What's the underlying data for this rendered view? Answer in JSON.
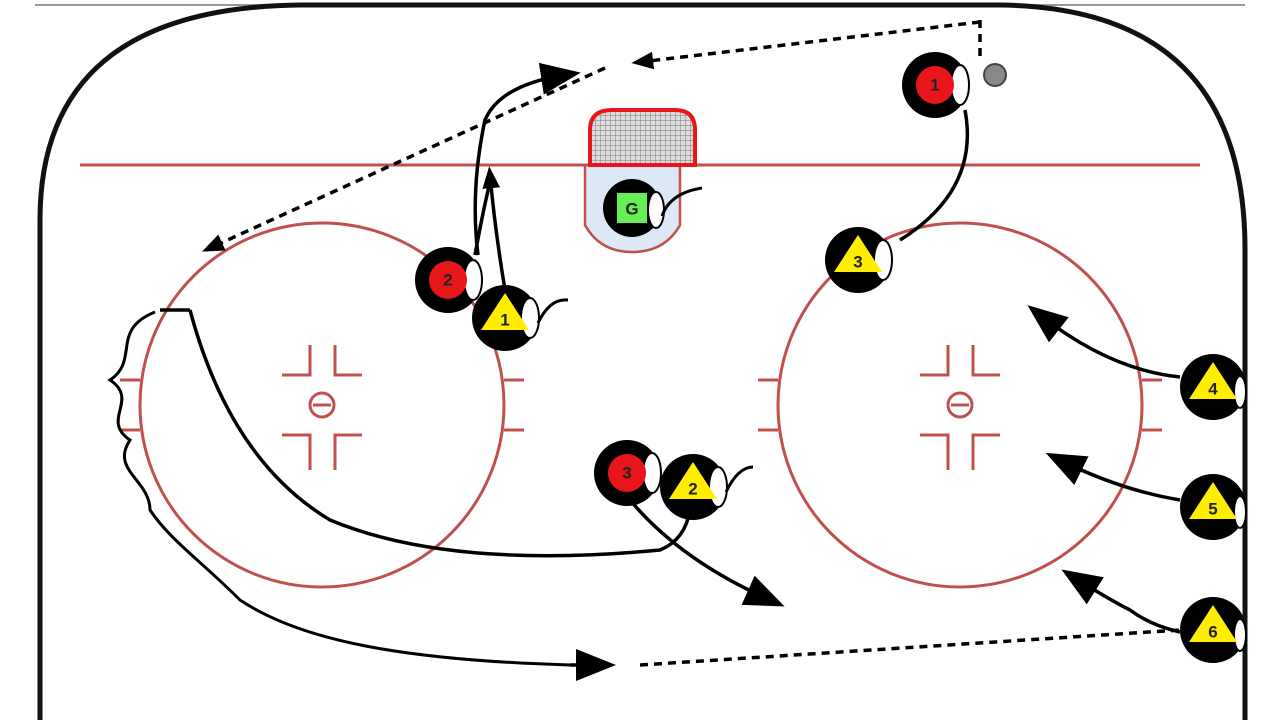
{
  "diagram": {
    "type": "hockey-drill",
    "colors": {
      "red_player": "#e8151b",
      "yellow_player": "#ffee00",
      "goalie": "#66ee55",
      "rink_lines": "#c0504d",
      "crease": "#dce8f5"
    },
    "offense": [
      {
        "label": "1"
      },
      {
        "label": "2"
      },
      {
        "label": "3"
      }
    ],
    "defense": [
      {
        "label": "1"
      },
      {
        "label": "2"
      },
      {
        "label": "3"
      },
      {
        "label": "4"
      },
      {
        "label": "5"
      },
      {
        "label": "6"
      }
    ],
    "goalie": {
      "label": "G"
    }
  }
}
